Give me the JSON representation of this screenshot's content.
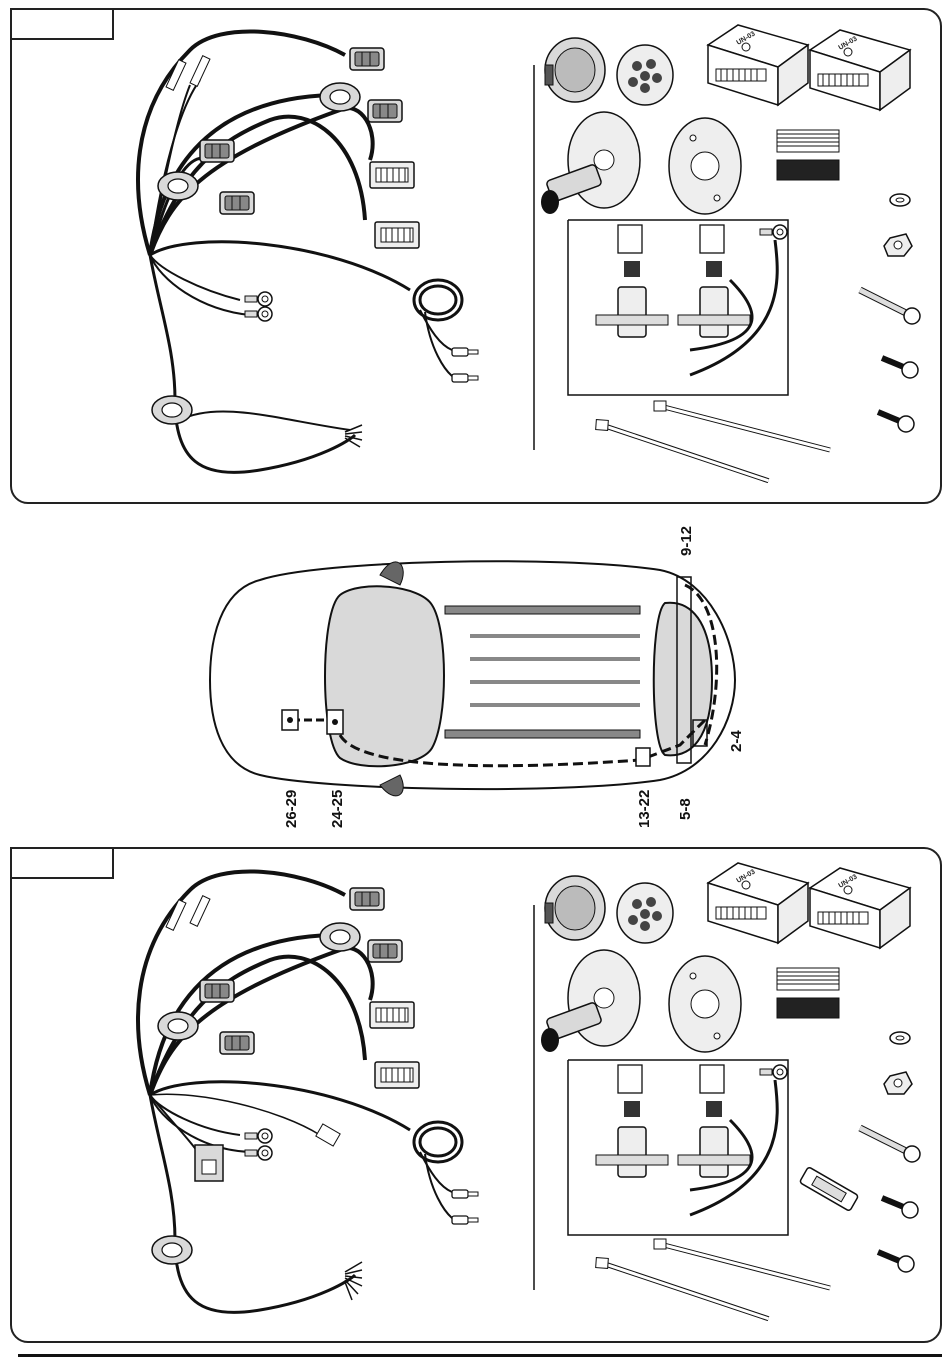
{
  "colors": {
    "line": "#111111",
    "fill_grey": "#d9d9d9",
    "fill_dark": "#555555",
    "background": "#ffffff"
  },
  "icons": [
    "wiring-harness",
    "connector-plug",
    "ring-terminal",
    "grommet",
    "socket-13pin",
    "mounting-plate",
    "control-module",
    "fuse-holder",
    "fuse",
    "washer",
    "nut",
    "bolt",
    "screw",
    "self-tapping-screw",
    "cable-tie",
    "wire-tap-connector",
    "car-top-view"
  ],
  "modules": {
    "label": "UN-03"
  },
  "car_callouts": [
    {
      "id": "9-12",
      "label": "9-12"
    },
    {
      "id": "2-4",
      "label": "2-4"
    },
    {
      "id": "26-29",
      "label": "26-29"
    },
    {
      "id": "24-25",
      "label": "24-25"
    },
    {
      "id": "13-22",
      "label": "13-22"
    },
    {
      "id": "5-8",
      "label": "5-8"
    }
  ]
}
